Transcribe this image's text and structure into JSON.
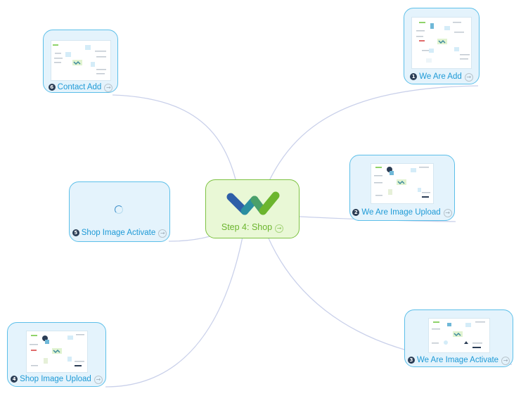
{
  "colors": {
    "node_fill": "#e4f3fc",
    "node_border": "#5cbfe9",
    "node_text": "#1e9ad6",
    "center_fill": "#e9f8d6",
    "center_border": "#7dc241",
    "center_text": "#6cb52e",
    "connector": "#c9d0ea",
    "logo_blue": "#2e5fa8",
    "logo_teal": "#2a8fa0",
    "logo_green": "#6cb52e"
  },
  "central_topic": {
    "label": "Step 4: Shop",
    "icon": "logo-icon",
    "arrow_icon": "arrow-right-circle-icon"
  },
  "topics": [
    {
      "number": "1",
      "label": "We Are Add",
      "preview": "thumbnail"
    },
    {
      "number": "2",
      "label": "We Are Image Upload",
      "preview": "thumbnail"
    },
    {
      "number": "3",
      "label": "We Are Image Activate",
      "preview": "thumbnail"
    },
    {
      "number": "4",
      "label": "Shop Image Upload",
      "preview": "thumbnail"
    },
    {
      "number": "5",
      "label": "Shop Image Activate",
      "preview": "loading"
    },
    {
      "number": "6",
      "label": "Contact Add",
      "preview": "thumbnail"
    }
  ],
  "arrow_glyph": "→"
}
